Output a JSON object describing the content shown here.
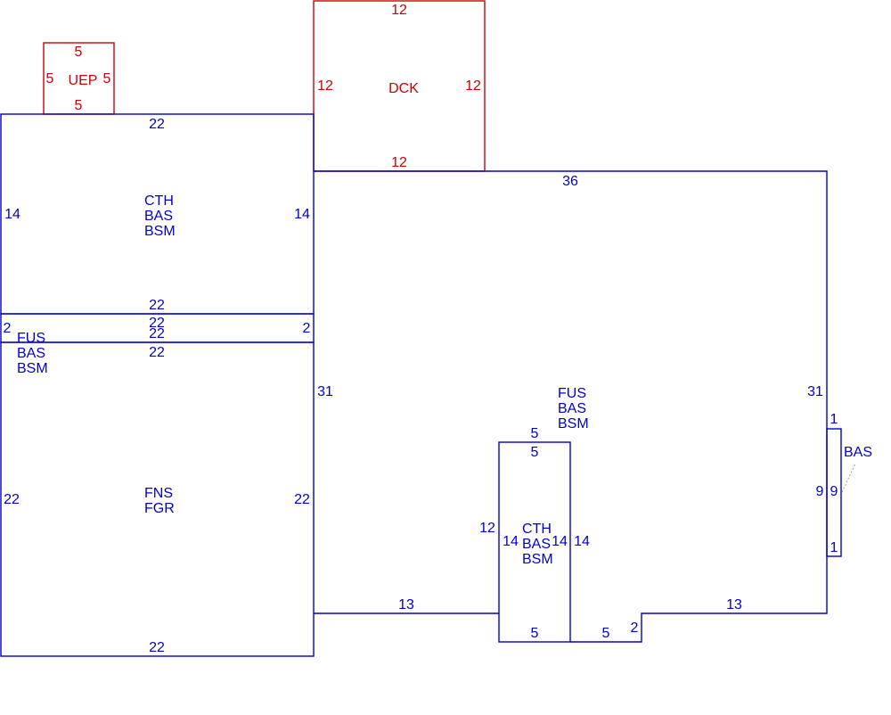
{
  "colors": {
    "structure": "#0000cc",
    "addition": "#cc0000"
  },
  "uep": {
    "code": "UEP",
    "top": "5",
    "bottom": "5",
    "left": "5",
    "right": "5"
  },
  "dck": {
    "code": "DCK",
    "top": "12",
    "bottom": "12",
    "left": "12",
    "right": "12"
  },
  "cth_upper": {
    "codes": [
      "CTH",
      "BAS",
      "BSM"
    ],
    "top": "22",
    "bottom": "22",
    "left": "14",
    "right": "14"
  },
  "strip": {
    "top": "22",
    "bottom": "22",
    "left": "2",
    "right": "2"
  },
  "strip_label": {
    "codes": [
      "FUS",
      "BAS",
      "BSM"
    ],
    "inner_top": "22"
  },
  "garage": {
    "codes": [
      "FNS",
      "FGR"
    ],
    "top": "22",
    "bottom": "22",
    "left": "22",
    "right": "22"
  },
  "main": {
    "codes": [
      "FUS",
      "BAS",
      "BSM"
    ],
    "top": "36",
    "left": "31",
    "right": "31",
    "bottom_left": "13",
    "bottom_right": "13",
    "notch_left": "12",
    "notch_bottom": "5",
    "step": "2"
  },
  "cth_lower": {
    "codes": [
      "CTH",
      "BAS",
      "BSM"
    ],
    "top_outer": "5",
    "top_inner": "5",
    "left": "14",
    "right_inner": "14",
    "right_outer": "14",
    "bottom": "5"
  },
  "bas_small": {
    "code": "BAS",
    "top": "1",
    "bottom": "1",
    "left": "9",
    "right": "9"
  }
}
